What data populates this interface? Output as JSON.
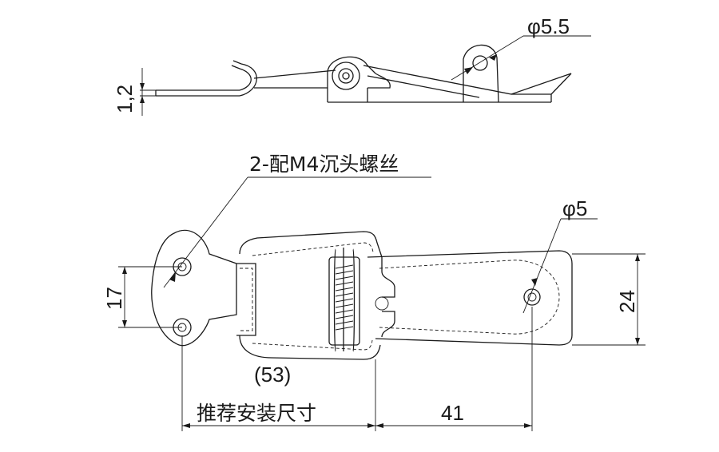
{
  "dimensions": {
    "hole_top": "φ5.5",
    "hole_bottom": "φ5",
    "thickness": "1,2",
    "hole_spacing": "17",
    "width": "24",
    "mount_ref": "(53)",
    "mount_label": "推荐安装尺寸",
    "length": "41"
  },
  "callouts": {
    "screws": "2-配M4沉头螺丝"
  }
}
